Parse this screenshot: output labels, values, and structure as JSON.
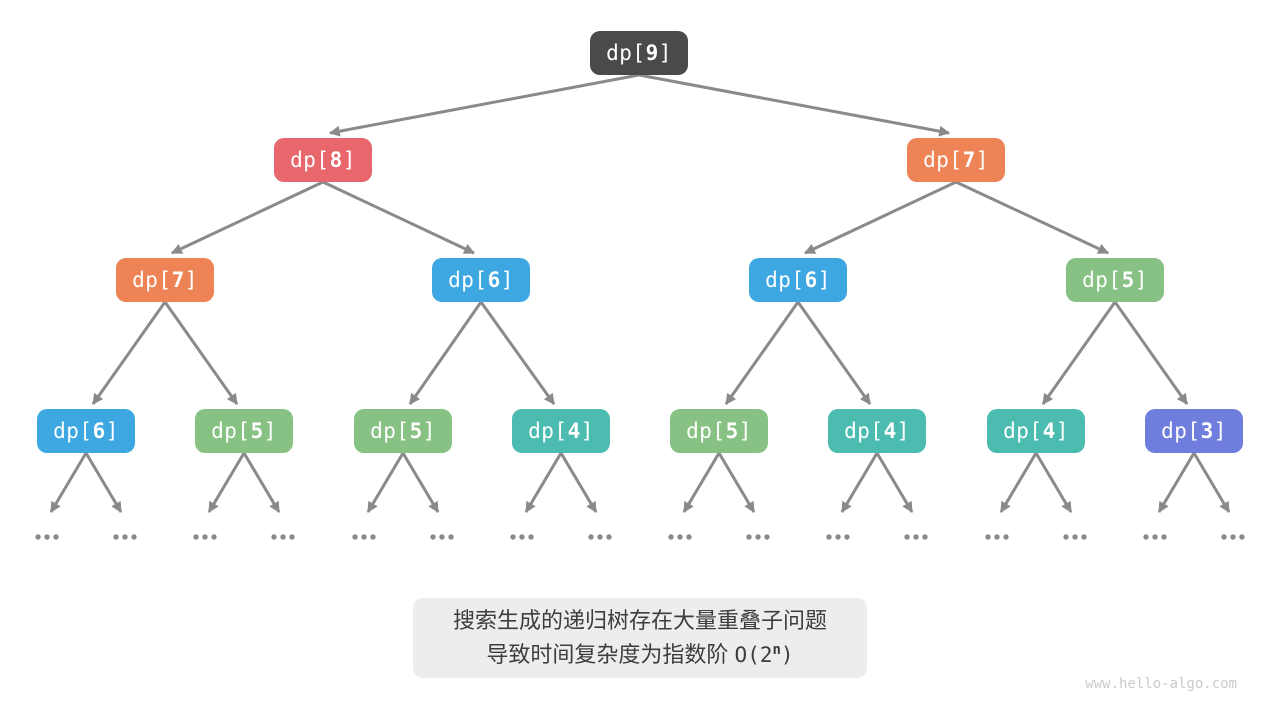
{
  "palette": {
    "dark": "#4a4a4a",
    "red": "#e8676d",
    "orange": "#ee8456",
    "blue": "#3ca7e0",
    "green": "#87c183",
    "teal": "#4cbcb1",
    "purple": "#6f7ddc",
    "arrow": "#8a8a8a",
    "node_text": "#ffffff",
    "caption_bg": "#ededed",
    "caption_text": "#3d3d3d",
    "watermark_text": "#cbcbcb"
  },
  "tree": {
    "nodes": [
      {
        "id": "n0",
        "label": "dp[9]",
        "prefix": "dp[",
        "value": "9",
        "suffix": "]",
        "color": "dark"
      },
      {
        "id": "n1",
        "label": "dp[8]",
        "prefix": "dp[",
        "value": "8",
        "suffix": "]",
        "color": "red"
      },
      {
        "id": "n2",
        "label": "dp[7]",
        "prefix": "dp[",
        "value": "7",
        "suffix": "]",
        "color": "orange"
      },
      {
        "id": "n3",
        "label": "dp[7]",
        "prefix": "dp[",
        "value": "7",
        "suffix": "]",
        "color": "orange"
      },
      {
        "id": "n4",
        "label": "dp[6]",
        "prefix": "dp[",
        "value": "6",
        "suffix": "]",
        "color": "blue"
      },
      {
        "id": "n5",
        "label": "dp[6]",
        "prefix": "dp[",
        "value": "6",
        "suffix": "]",
        "color": "blue"
      },
      {
        "id": "n6",
        "label": "dp[5]",
        "prefix": "dp[",
        "value": "5",
        "suffix": "]",
        "color": "green"
      },
      {
        "id": "n7",
        "label": "dp[6]",
        "prefix": "dp[",
        "value": "6",
        "suffix": "]",
        "color": "blue"
      },
      {
        "id": "n8",
        "label": "dp[5]",
        "prefix": "dp[",
        "value": "5",
        "suffix": "]",
        "color": "green"
      },
      {
        "id": "n9",
        "label": "dp[5]",
        "prefix": "dp[",
        "value": "5",
        "suffix": "]",
        "color": "green"
      },
      {
        "id": "n10",
        "label": "dp[4]",
        "prefix": "dp[",
        "value": "4",
        "suffix": "]",
        "color": "teal"
      },
      {
        "id": "n11",
        "label": "dp[5]",
        "prefix": "dp[",
        "value": "5",
        "suffix": "]",
        "color": "green"
      },
      {
        "id": "n12",
        "label": "dp[4]",
        "prefix": "dp[",
        "value": "4",
        "suffix": "]",
        "color": "teal"
      },
      {
        "id": "n13",
        "label": "dp[4]",
        "prefix": "dp[",
        "value": "4",
        "suffix": "]",
        "color": "teal"
      },
      {
        "id": "n14",
        "label": "dp[3]",
        "prefix": "dp[",
        "value": "3",
        "suffix": "]",
        "color": "purple"
      }
    ],
    "edges": [
      [
        "n0",
        "n1"
      ],
      [
        "n0",
        "n2"
      ],
      [
        "n1",
        "n3"
      ],
      [
        "n1",
        "n4"
      ],
      [
        "n2",
        "n5"
      ],
      [
        "n2",
        "n6"
      ],
      [
        "n3",
        "n7"
      ],
      [
        "n3",
        "n8"
      ],
      [
        "n4",
        "n9"
      ],
      [
        "n4",
        "n10"
      ],
      [
        "n5",
        "n11"
      ],
      [
        "n5",
        "n12"
      ],
      [
        "n6",
        "n13"
      ],
      [
        "n6",
        "n14"
      ]
    ],
    "truncated_node_ids": [
      "n7",
      "n8",
      "n9",
      "n10",
      "n11",
      "n12",
      "n13",
      "n14"
    ],
    "ellipsis_symbol": "..."
  },
  "caption": {
    "line1": "搜索生成的递归树存在大量重叠子问题",
    "line2_text": "导致时间复杂度为指数阶 ",
    "complexity_open": "O(2",
    "complexity_sup": "n",
    "complexity_close": ")"
  },
  "watermark": "www.hello-algo.com"
}
